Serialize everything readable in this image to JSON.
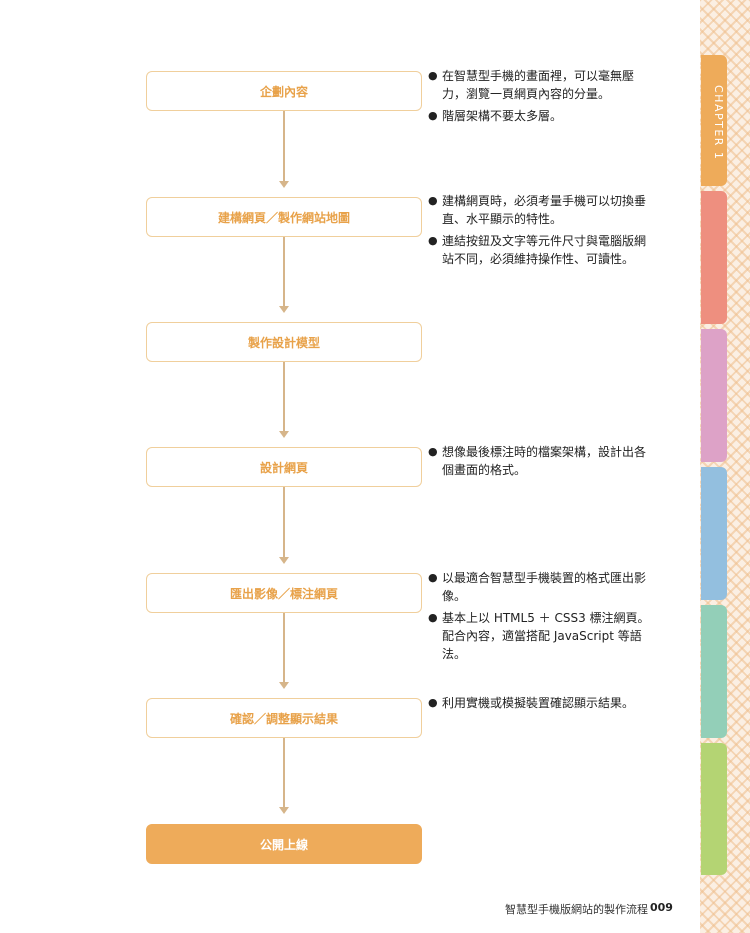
{
  "flow": {
    "steps": [
      "企劃內容",
      "建構網頁／製作網站地圖",
      "製作設計模型",
      "設計網頁",
      "匯出影像／標注網頁",
      "確認／調整顯示結果",
      "公開上線"
    ]
  },
  "notes": {
    "bullet": "●",
    "planning": [
      "在智慧型手機的畫面裡，可以毫無壓力，瀏覽一頁網頁內容的分量。",
      "階層架構不要太多層。"
    ],
    "structure": [
      "建構網頁時，必須考量手機可以切換垂直、水平顯示的特性。",
      "連結按鈕及文字等元件尺寸與電腦版網站不同，必須維持操作性、可讀性。"
    ],
    "design": [
      "想像最後標注時的檔案架構，設計出各個畫面的格式。"
    ],
    "export": [
      "以最適合智慧型手機裝置的格式匯出影像。",
      "基本上以 HTML5 ＋ CSS3 標注網頁。配合內容，適當搭配 JavaScript 等語法。"
    ],
    "confirm": [
      "利用實機或模擬裝置確認顯示結果。"
    ]
  },
  "side": {
    "chapter": "CHAPTER 1",
    "tab_colors": [
      "#eeab5a",
      "#ee8f7f",
      "#dda2c7",
      "#93bfdf",
      "#93cfb8",
      "#b4d473"
    ]
  },
  "footer": {
    "title": "智慧型手機版網站的製作流程",
    "page": "009"
  }
}
